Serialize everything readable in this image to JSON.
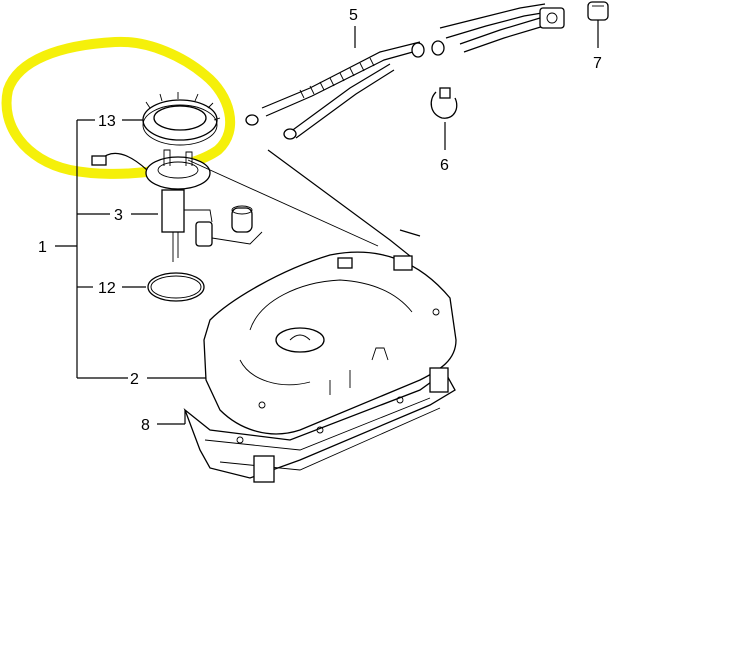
{
  "diagram": {
    "highlight_color": "#f5f00a",
    "line_color": "#000000",
    "callouts": {
      "c1": "1",
      "c2": "2",
      "c3": "3",
      "c5": "5",
      "c6": "6",
      "c7": "7",
      "c8": "8",
      "c12": "12",
      "c13": "13"
    }
  }
}
